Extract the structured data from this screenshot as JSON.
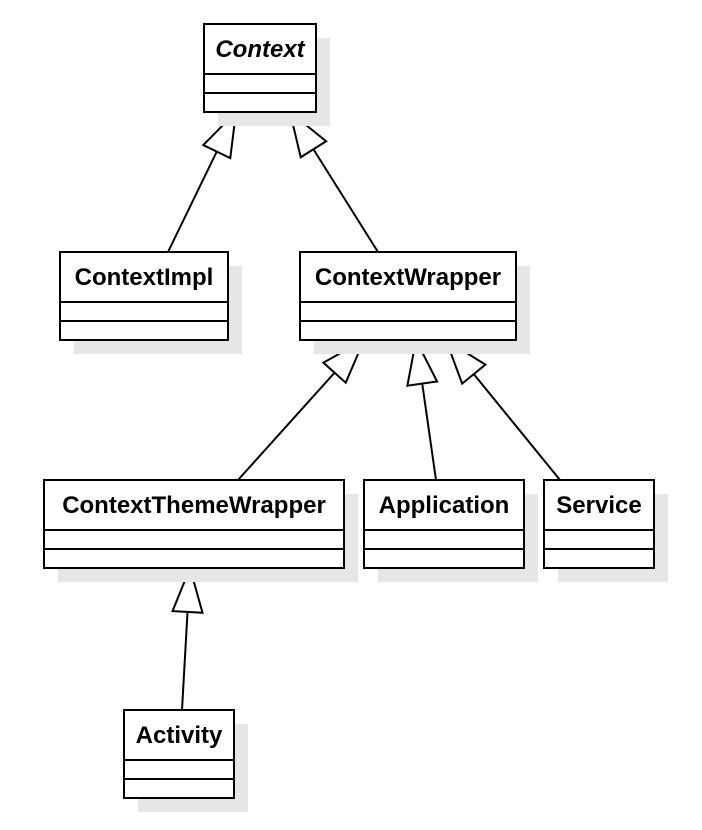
{
  "classes": [
    {
      "id": "context",
      "name": "Context",
      "abstract": true
    },
    {
      "id": "contextimpl",
      "name": "ContextImpl",
      "abstract": false
    },
    {
      "id": "contextwrapper",
      "name": "ContextWrapper",
      "abstract": false
    },
    {
      "id": "contextthemewrapper",
      "name": "ContextThemeWrapper",
      "abstract": false
    },
    {
      "id": "application",
      "name": "Application",
      "abstract": false
    },
    {
      "id": "service",
      "name": "Service",
      "abstract": false
    },
    {
      "id": "activity",
      "name": "Activity",
      "abstract": false
    }
  ],
  "generalizations": [
    {
      "from": "contextimpl",
      "to": "context"
    },
    {
      "from": "contextwrapper",
      "to": "context"
    },
    {
      "from": "contextthemewrapper",
      "to": "contextwrapper"
    },
    {
      "from": "application",
      "to": "contextwrapper"
    },
    {
      "from": "service",
      "to": "contextwrapper"
    },
    {
      "from": "activity",
      "to": "contextthemewrapper"
    }
  ]
}
